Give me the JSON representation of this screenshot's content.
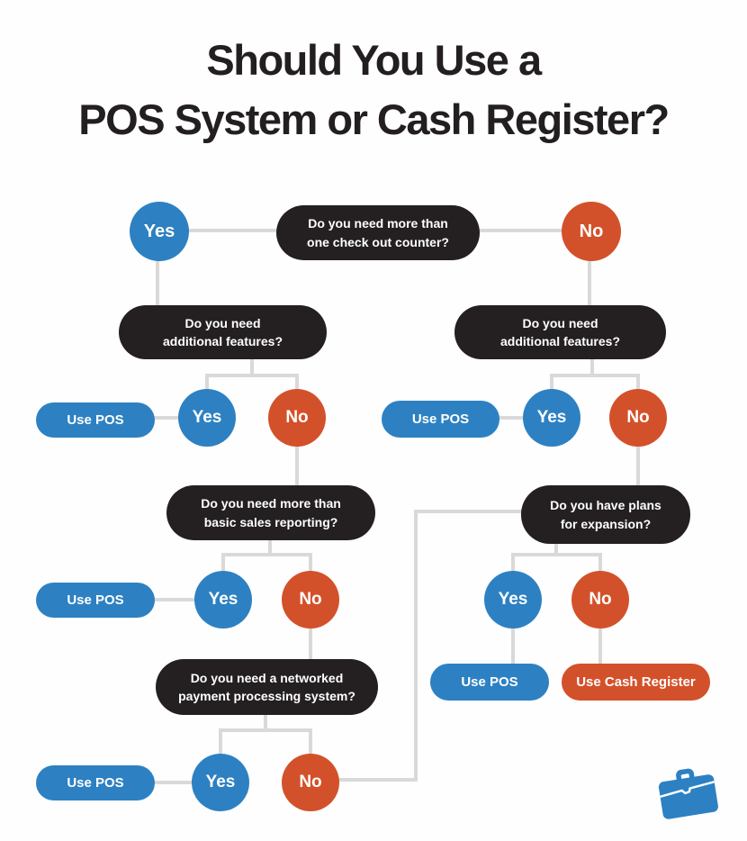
{
  "title": {
    "line1": "Should You Use a",
    "line2": "POS System or Cash Register?"
  },
  "flowchart": {
    "answers": {
      "yes": "Yes",
      "no": "No"
    },
    "results": {
      "use_pos": "Use POS",
      "use_cash_register": "Use Cash Register"
    },
    "questions": {
      "checkout_counter": "Do you need more than\none check out counter?",
      "additional_features_left": "Do you need\nadditional features?",
      "additional_features_right": "Do you need\nadditional features?",
      "sales_reporting": "Do you need more than\nbasic sales reporting?",
      "expansion": "Do you have plans\nfor expansion?",
      "payment_processing": "Do you need a networked\npayment processing system?"
    }
  },
  "colors": {
    "answer_yes_blue": "#2d81c2",
    "answer_no_orange": "#d3512a",
    "question_black": "#242021",
    "connector_gray": "#d9d9d9",
    "title_text": "#231f20",
    "node_text": "#ffffff"
  },
  "icons": {
    "briefcase": "briefcase-logo"
  }
}
